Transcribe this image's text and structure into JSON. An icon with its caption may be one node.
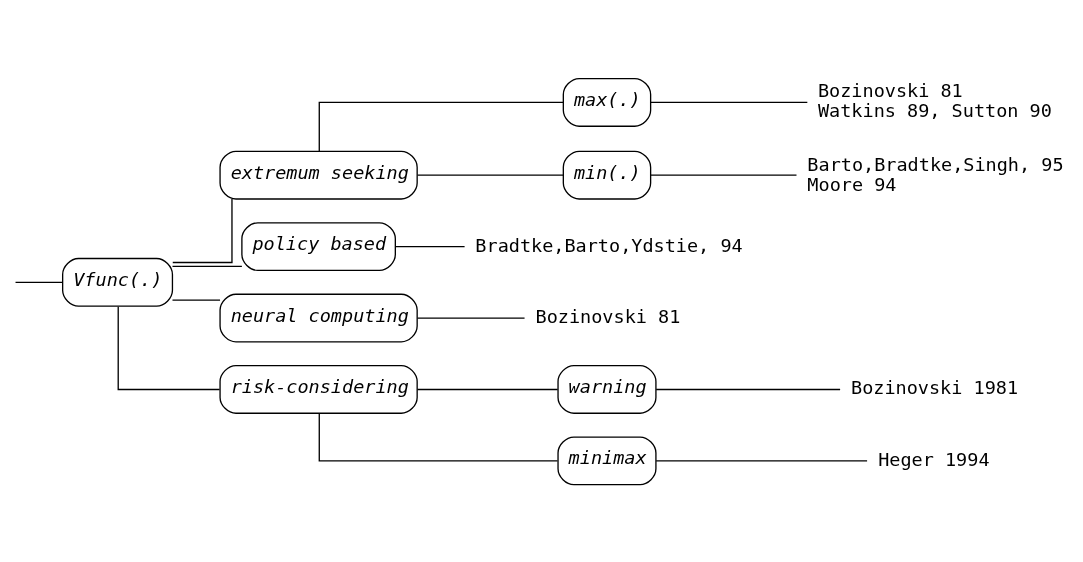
{
  "diagram": {
    "nodes": [
      {
        "text": [
          "Vfunc(.)"
        ]
      },
      {
        "text": [
          "extremum seeking"
        ]
      },
      {
        "text": [
          "max(.)"
        ]
      },
      {
        "text": [
          "Bozinovski 81",
          "Watkins 89, Sutton 90"
        ]
      },
      {
        "text": [
          "min(.)"
        ]
      },
      {
        "text": [
          "Barto,Bradtke,Singh, 95",
          "Moore 94"
        ]
      },
      {
        "text": [
          "policy based"
        ]
      },
      {
        "text": [
          "Bradtke,Barto,Ydstie, 94"
        ]
      },
      {
        "text": [
          "neural computing"
        ]
      },
      {
        "text": [
          "Bozinovski 81"
        ]
      },
      {
        "text": [
          "risk-considering"
        ]
      },
      {
        "text": [
          "warning"
        ]
      },
      {
        "text": [
          "Bozinovski 1981"
        ]
      },
      {
        "text": [
          "minimax"
        ]
      },
      {
        "text": [
          "Heger 1994"
        ]
      }
    ],
    "edges": [
      {
        "from": null,
        "to": 0,
        "arrow": "none"
      },
      {
        "from": 0,
        "to": 1,
        "arrow": "none"
      },
      {
        "from": 1,
        "to": 2,
        "arrow": "none"
      },
      {
        "from": 2,
        "to": 3,
        "arrow": "none"
      },
      {
        "from": 1,
        "to": 4,
        "arrow": "none"
      },
      {
        "from": 4,
        "to": 5,
        "arrow": "none"
      },
      {
        "from": 0,
        "to": 6,
        "arrow": "none"
      },
      {
        "from": 6,
        "to": 7,
        "arrow": "none"
      },
      {
        "from": 0,
        "to": 8,
        "arrow": "none"
      },
      {
        "from": 8,
        "to": 9,
        "arrow": "none"
      },
      {
        "from": 0,
        "to": 10,
        "arrow": "none"
      },
      {
        "from": 10,
        "to": 11,
        "arrow": "none"
      },
      {
        "from": 11,
        "to": 12,
        "arrow": "none"
      },
      {
        "from": 10,
        "to": 13,
        "arrow": "none"
      },
      {
        "from": 13,
        "to": 14,
        "arrow": "none"
      }
    ]
  }
}
